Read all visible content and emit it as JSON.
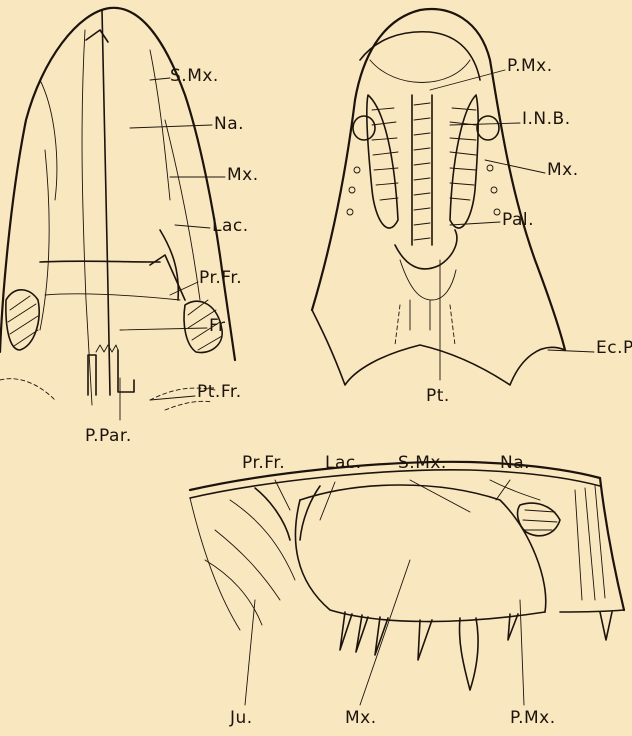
{
  "dorsal_view": {
    "labels": {
      "s_mx": "S.Mx.",
      "na": "Na.",
      "mx": "Mx.",
      "lac": "Lac.",
      "pr_fr": "Pr.Fr.",
      "fr": "Fr",
      "pt_fr": "Pt.Fr.",
      "p_par": "P.Par."
    }
  },
  "palatal_view": {
    "labels": {
      "p_mx": "P.Mx.",
      "i_n_b": "I.N.B.",
      "mx": "Mx.",
      "pal": "Pal.",
      "ec_pt": "Ec.Pt.",
      "pt": "Pt."
    }
  },
  "lateral_view": {
    "labels": {
      "pr_fr": "Pr.Fr.",
      "lac": "Lac.",
      "s_mx": "S.Mx.",
      "na": "Na.",
      "ju": "Ju.",
      "mx": "Mx.",
      "p_mx": "P.Mx."
    }
  },
  "colors": {
    "ink": "#1c140c",
    "paper": "#f9e7bf"
  }
}
